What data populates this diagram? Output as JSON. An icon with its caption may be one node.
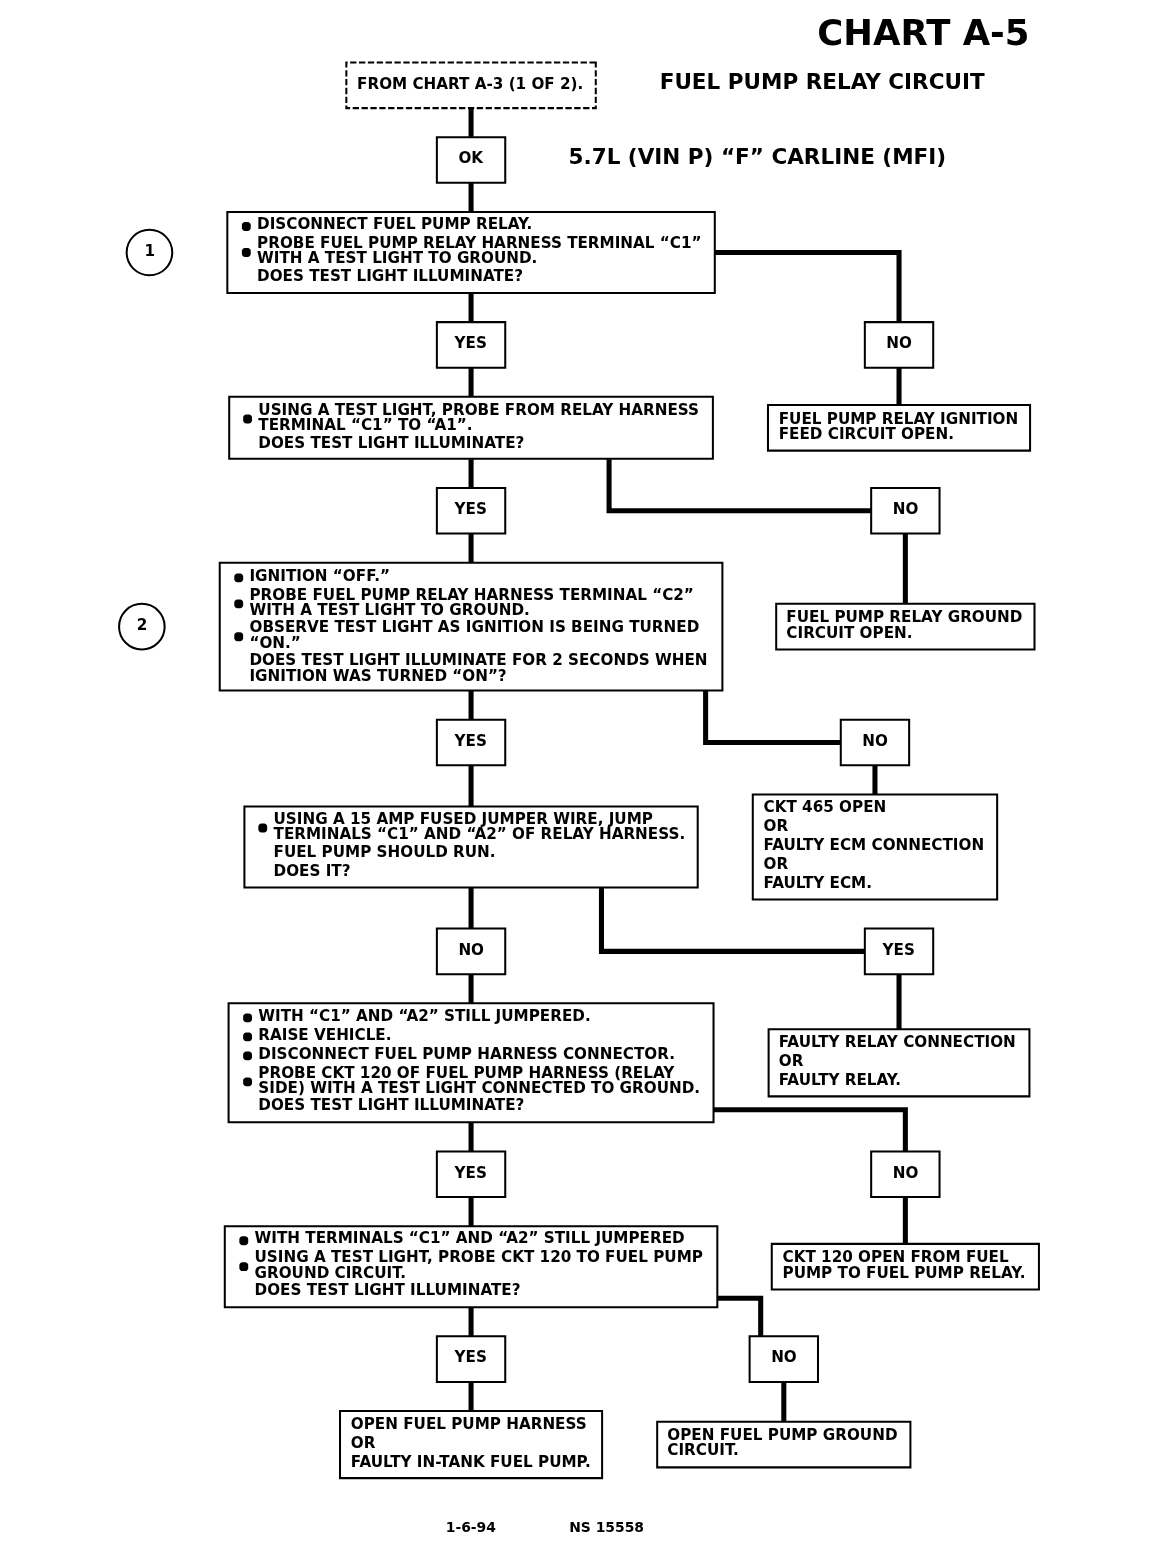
{
  "diagram": {
    "title": "CHART A-5",
    "nodes": [
      {
        "text": [
          "FROM CHART A-3 (1 OF 2)."
        ]
      },
      {
        "text": [
          "OK"
        ]
      },
      {
        "text": [
          "1"
        ]
      },
      {
        "text": [
          "DISCONNECT FUEL PUMP RELAY.",
          "PROBE FUEL PUMP RELAY HARNESS TERMINAL “C1” WITH A TEST LIGHT TO GROUND.",
          "DOES TEST LIGHT ILLUMINATE?"
        ]
      },
      {
        "text": [
          "YES"
        ]
      },
      {
        "text": [
          "NO"
        ]
      },
      {
        "text": [
          "USING A TEST LIGHT, PROBE FROM RELAY HARNESS TERMINAL “C1” TO “A1”.",
          "DOES TEST LIGHT ILLUMINATE?"
        ]
      },
      {
        "text": [
          "FUEL PUMP RELAY IGNITION FEED CIRCUIT OPEN."
        ]
      },
      {
        "text": [
          "YES"
        ]
      },
      {
        "text": [
          "NO"
        ]
      },
      {
        "text": [
          "2"
        ]
      },
      {
        "text": [
          "IGNITION “OFF.”",
          "PROBE FUEL PUMP RELAY HARNESS TERMINAL “C2” WITH A TEST LIGHT TO GROUND.",
          "OBSERVE TEST LIGHT AS IGNITION IS BEING TURNED “ON.”",
          "DOES TEST LIGHT ILLUMINATE FOR 2 SECONDS WHEN IGNITION WAS TURNED “ON”?"
        ]
      },
      {
        "text": [
          "FUEL PUMP RELAY GROUND CIRCUIT OPEN."
        ]
      },
      {
        "text": [
          "YES"
        ]
      },
      {
        "text": [
          "NO"
        ]
      },
      {
        "text": [
          "USING A 15 AMP FUSED JUMPER WIRE, JUMP TERMINALS “C1” AND “A2” OF RELAY HARNESS.",
          "FUEL PUMP SHOULD RUN.",
          "DOES IT?"
        ]
      },
      {
        "text": [
          "CKT 465 OPEN",
          "OR",
          "FAULTY ECM CONNECTION",
          "OR",
          "FAULTY ECM."
        ]
      },
      {
        "text": [
          "NO"
        ]
      },
      {
        "text": [
          "YES"
        ]
      },
      {
        "text": [
          "WITH “C1” AND “A2” STILL JUMPERED.",
          "RAISE VEHICLE.",
          "DISCONNECT FUEL PUMP HARNESS CONNECTOR.",
          "PROBE CKT 120 OF FUEL PUMP HARNESS (RELAY SIDE) WITH A TEST LIGHT CONNECTED TO GROUND.",
          "DOES TEST LIGHT ILLUMINATE?"
        ]
      },
      {
        "text": [
          "FAULTY RELAY CONNECTION",
          "OR",
          "FAULTY RELAY."
        ]
      },
      {
        "text": [
          "YES"
        ]
      },
      {
        "text": [
          "NO"
        ]
      },
      {
        "text": [
          "WITH TERMINALS “C1” AND “A2” STILL JUMPERED",
          "USING A TEST LIGHT, PROBE CKT 120 TO FUEL PUMP GROUND CIRCUIT.",
          "DOES TEST LIGHT ILLUMINATE?"
        ]
      },
      {
        "text": [
          "CKT 120 OPEN FROM FUEL PUMP TO FUEL PUMP RELAY."
        ]
      },
      {
        "text": [
          "YES"
        ]
      },
      {
        "text": [
          "NO"
        ]
      },
      {
        "text": [
          "OPEN FUEL PUMP HARNESS",
          "OR",
          "FAULTY IN-TANK FUEL PUMP."
        ]
      },
      {
        "text": [
          "OPEN FUEL PUMP GROUND CIRCUIT."
        ]
      }
    ],
    "edges": [
      {
        "from": 0,
        "to": 1,
        "arrow": "none"
      },
      {
        "from": 1,
        "to": 3,
        "arrow": "none"
      },
      {
        "from": 3,
        "to": 4,
        "arrow": "none"
      },
      {
        "from": 3,
        "to": 5,
        "arrow": "none"
      },
      {
        "from": 4,
        "to": 6,
        "arrow": "none"
      },
      {
        "from": 5,
        "to": 7,
        "arrow": "none"
      },
      {
        "from": 6,
        "to": 8,
        "arrow": "none"
      },
      {
        "from": 6,
        "to": 9,
        "arrow": "none"
      },
      {
        "from": 8,
        "to": 11,
        "arrow": "none"
      },
      {
        "from": 9,
        "to": 12,
        "arrow": "none"
      },
      {
        "from": 11,
        "to": 13,
        "arrow": "none"
      },
      {
        "from": 11,
        "to": 14,
        "arrow": "none"
      },
      {
        "from": 13,
        "to": 15,
        "arrow": "none"
      },
      {
        "from": 14,
        "to": 16,
        "arrow": "none"
      },
      {
        "from": 15,
        "to": 17,
        "arrow": "none"
      },
      {
        "from": 15,
        "to": 18,
        "arrow": "none"
      },
      {
        "from": 17,
        "to": 19,
        "arrow": "none"
      },
      {
        "from": 18,
        "to": 20,
        "arrow": "none"
      },
      {
        "from": 19,
        "to": 21,
        "arrow": "none"
      },
      {
        "from": 19,
        "to": 22,
        "arrow": "none"
      },
      {
        "from": 21,
        "to": 23,
        "arrow": "none"
      },
      {
        "from": 22,
        "to": 24,
        "arrow": "none"
      },
      {
        "from": 23,
        "to": 25,
        "arrow": "none"
      },
      {
        "from": 23,
        "to": 26,
        "arrow": "none"
      },
      {
        "from": 25,
        "to": 27,
        "arrow": "none"
      },
      {
        "from": 26,
        "to": 28,
        "arrow": "none"
      }
    ],
    "labels": [
      "FUEL PUMP RELAY CIRCUIT",
      "5.7L (VIN P) “F” CARLINE (MFI)",
      "1-6-94",
      "NS 15558"
    ]
  }
}
